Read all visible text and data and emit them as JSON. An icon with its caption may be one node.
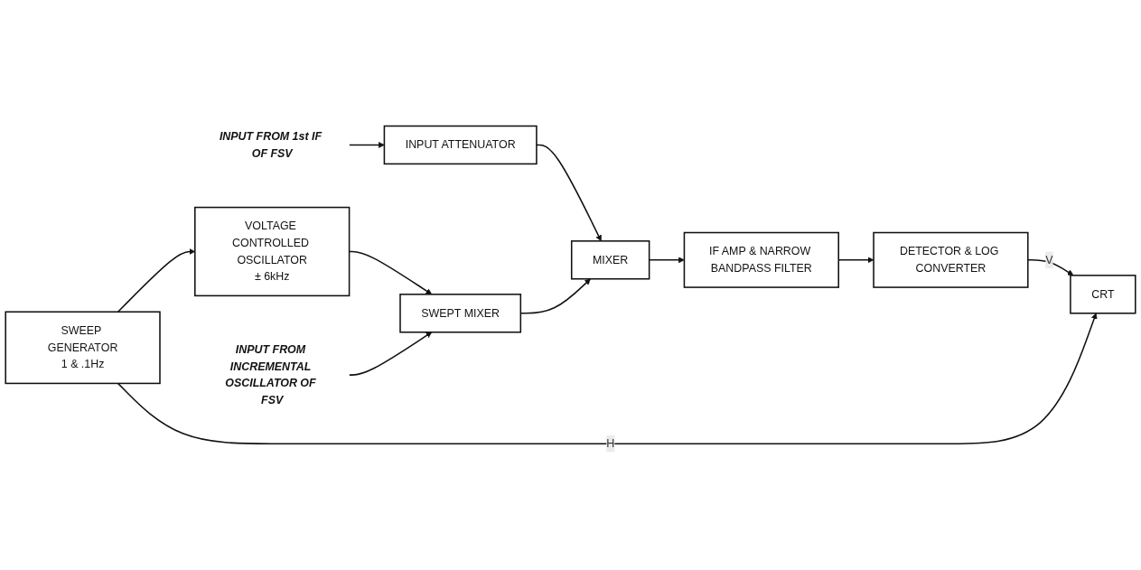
{
  "diagram": {
    "nodes": [
      {
        "text": [
          "INPUT FROM 1st IF OF FSV"
        ]
      },
      {
        "text": [
          "INPUT ATTENUATOR"
        ]
      },
      {
        "text": [
          "MIXER"
        ]
      },
      {
        "text": [
          "IF AMP & NARROW BANDPASS FILTER"
        ]
      },
      {
        "text": [
          "DETECTOR & LOG CONVERTER"
        ]
      },
      {
        "text": [
          "CRT"
        ]
      },
      {
        "text": [
          "INPUT FROM INCREMENTAL OSCILLATOR OF FSV"
        ]
      },
      {
        "text": [
          "SWEPT MIXER"
        ]
      },
      {
        "text": [
          "VOLTAGE CONTROLLED OSCILLATOR",
          "± 6kHz"
        ]
      },
      {
        "text": [
          "SWEEP GENERATOR",
          "1 & .1Hz"
        ]
      }
    ],
    "edges": [
      {
        "from": 0,
        "to": 1,
        "arrow": "to"
      },
      {
        "from": 1,
        "to": 2,
        "arrow": "to"
      },
      {
        "from": 2,
        "to": 3,
        "arrow": "to"
      },
      {
        "from": 3,
        "to": 4,
        "arrow": "to"
      },
      {
        "from": 4,
        "to": 5,
        "arrow": "to",
        "label": "V"
      },
      {
        "from": 9,
        "to": 5,
        "arrow": "to",
        "label": "H"
      },
      {
        "from": 9,
        "to": 8,
        "arrow": "to"
      },
      {
        "from": 8,
        "to": 7,
        "arrow": "to"
      },
      {
        "from": 6,
        "to": 7,
        "arrow": "to"
      },
      {
        "from": 7,
        "to": 2,
        "arrow": "to"
      }
    ]
  }
}
